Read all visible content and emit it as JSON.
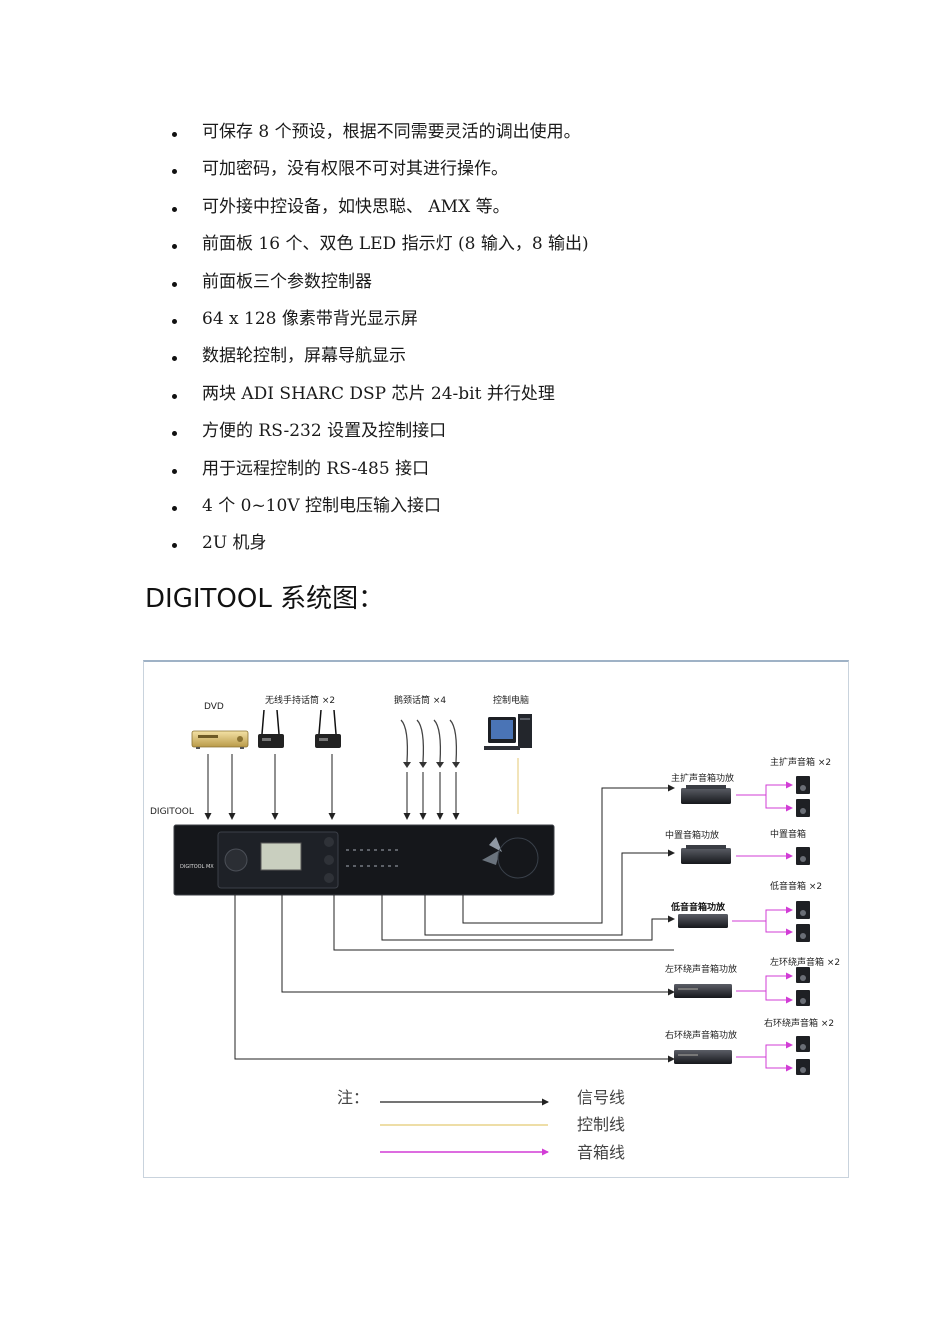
{
  "features": [
    "可保存  8  个预设，根据不同需要灵活的调出使用。",
    "可加密码，没有权限不可对其进行操作。",
    "可外接中控设备，如快思聪、  AMX  等。",
    "前面板 16 个、双色 LED 指示灯  (8 输入，8 输出)",
    "前面板三个参数控制器",
    "64 x 128 像素带背光显示屏",
    "数据轮控制，屏幕导航显示",
    "两块 ADI SHARC DSP 芯片 24-bit 并行处理",
    "方便的 RS-232 设置及控制接口",
    "用于远程控制的 RS-485 接口",
    "4 个 0~10V 控制电压输入接口",
    "2U 机身"
  ],
  "heading": "DIGITOOL 系统图：",
  "diagram": {
    "sources": {
      "dvd": "DVD",
      "wireless_mics": "无线手持话筒 ×2",
      "gooseneck_mics": "鹅颈话筒 ×4",
      "control_pc": "控制电脑"
    },
    "processor_label": "DIGITOOL",
    "panel_brand": "DIGITOOL MX",
    "amps": [
      {
        "label": "主扩声音箱功放",
        "speakers": "主扩声音箱 ×2"
      },
      {
        "label": "中置音箱功放",
        "speakers": "中置音箱"
      },
      {
        "label": "低音音箱功放",
        "speakers": "低音音箱 ×2"
      },
      {
        "label": "左环绕声音箱功放",
        "speakers": "左环绕声音箱 ×2"
      },
      {
        "label": "右环绕声音箱功放",
        "speakers": "右环绕声音箱 ×2"
      }
    ],
    "legend": {
      "title": "注：",
      "signal": "信号线",
      "control": "控制线",
      "audio": "音箱线"
    },
    "colors": {
      "signal": "#222222",
      "control": "#e8d38a",
      "audio": "#d23cd6"
    }
  }
}
